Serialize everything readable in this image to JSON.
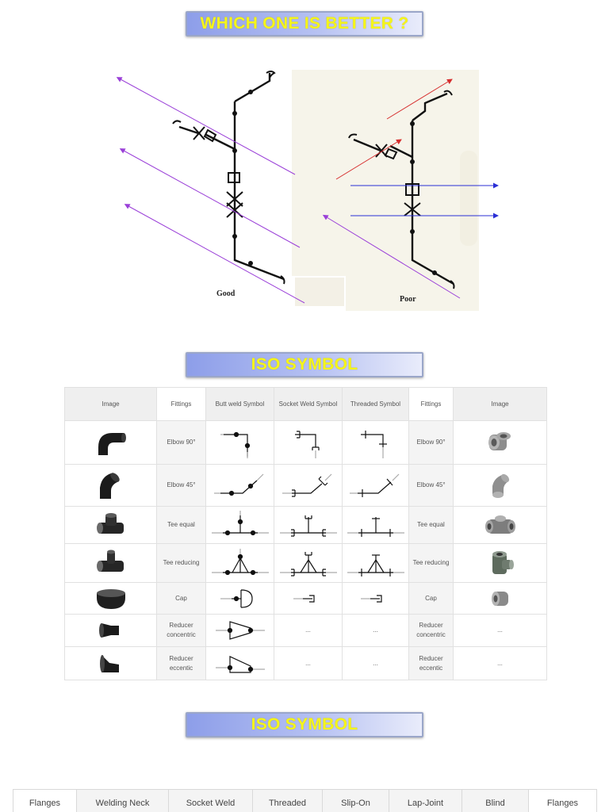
{
  "banners": {
    "top": "WHICH ONE IS BETTER ?",
    "middle": "ISO SYMBOL",
    "bottom": "ISO SYMBOL"
  },
  "diagram": {
    "good_label": "Good",
    "poor_label": "Poor"
  },
  "iso_table": {
    "headers": [
      "Image",
      "Fittings",
      "Butt weld Symbol",
      "Socket Weld Symbol",
      "Threaded Symbol",
      "Fittings",
      "Image"
    ],
    "rows": [
      {
        "fitting": "Elbow 90°",
        "fitting_right": "Elbow 90°",
        "socket": "",
        "threaded": "",
        "image_right": ""
      },
      {
        "fitting": "Elbow 45°",
        "fitting_right": "Elbow 45°",
        "socket": "",
        "threaded": "",
        "image_right": ""
      },
      {
        "fitting": "Tee equal",
        "fitting_right": "Tee equal",
        "socket": "",
        "threaded": "",
        "image_right": ""
      },
      {
        "fitting": "Tee reducing",
        "fitting_right": "Tee reducing",
        "socket": "",
        "threaded": "",
        "image_right": ""
      },
      {
        "fitting": "Cap",
        "fitting_right": "Cap",
        "socket": "",
        "threaded": "",
        "image_right": ""
      },
      {
        "fitting": "Reducer concentric",
        "fitting_right": "Reducer concentric",
        "socket": "...",
        "threaded": "...",
        "image_right": "..."
      },
      {
        "fitting": "Reducer eccentic",
        "fitting_right": "Reducer eccentic",
        "socket": "...",
        "threaded": "...",
        "image_right": "..."
      }
    ]
  },
  "flanges_row": [
    "Flanges",
    "Welding Neck",
    "Socket Weld",
    "Threaded",
    "Slip-On",
    "Lap-Joint",
    "Blind",
    "Flanges"
  ],
  "colors": {
    "arrow_purple": "#9a3fd8",
    "arrow_red": "#d62d2d",
    "arrow_blue": "#2b2fd6",
    "banner_text": "#f5f51a"
  }
}
